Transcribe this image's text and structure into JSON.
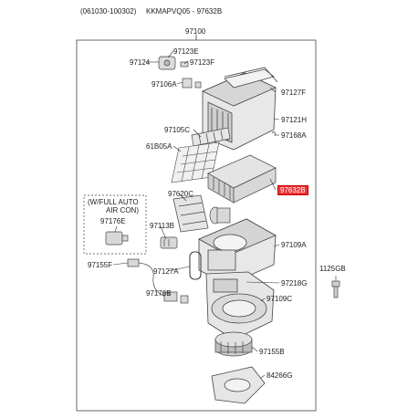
{
  "header": {
    "left": "(061030-100302)",
    "right": "KKMAPVQ05 - 97632B"
  },
  "assembly_label": "97100",
  "parts": [
    {
      "id": "p-97124",
      "text": "97124"
    },
    {
      "id": "p-97123e",
      "text": "97123E"
    },
    {
      "id": "p-97123f",
      "text": "97123F"
    },
    {
      "id": "p-97106a",
      "text": "97106A"
    },
    {
      "id": "p-97127f",
      "text": "97127F"
    },
    {
      "id": "p-97121h",
      "text": "97121H"
    },
    {
      "id": "p-97105c",
      "text": "97105C"
    },
    {
      "id": "p-97168a",
      "text": "97168A"
    },
    {
      "id": "p-61b05a",
      "text": "61B05A"
    },
    {
      "id": "p-97632b",
      "text": "97632B"
    },
    {
      "id": "p-97620c",
      "text": "97620C"
    },
    {
      "id": "p-97113b",
      "text": "97113B"
    },
    {
      "id": "p-97109a",
      "text": "97109A"
    },
    {
      "id": "p-97155f",
      "text": "97155F"
    },
    {
      "id": "p-97127a",
      "text": "97127A"
    },
    {
      "id": "p-97218g",
      "text": "97218G"
    },
    {
      "id": "p-1125gb",
      "text": "1125GB"
    },
    {
      "id": "p-97176b",
      "text": "97176B"
    },
    {
      "id": "p-97109c",
      "text": "97109C"
    },
    {
      "id": "p-97155b",
      "text": "97155B"
    },
    {
      "id": "p-84266g",
      "text": "84266G"
    }
  ],
  "option_box": {
    "line1": "(W/FULL AUTO",
    "line2": "AIR CON)",
    "part": "97176E"
  },
  "colors": {
    "highlight": "#e53535",
    "line": "#333333",
    "part_fill": "#e8e8e8",
    "part_stroke": "#444444"
  }
}
